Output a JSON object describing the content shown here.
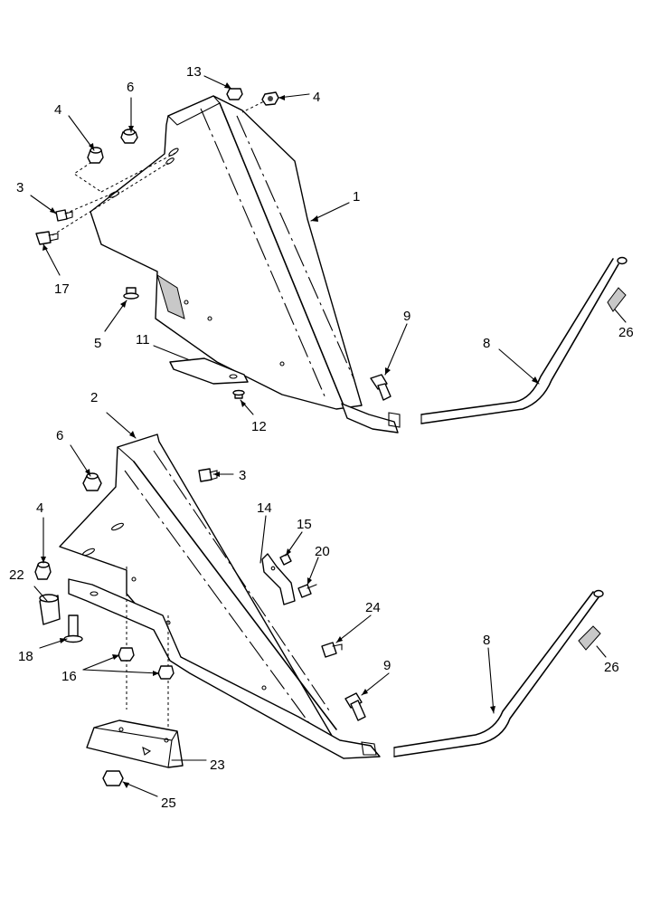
{
  "callouts": {
    "c1": "1",
    "c2": "2",
    "c3a": "3",
    "c3b": "3",
    "c4a": "4",
    "c4b": "4",
    "c4c": "4",
    "c5": "5",
    "c6a": "6",
    "c6b": "6",
    "c8a": "8",
    "c8b": "8",
    "c9a": "9",
    "c9b": "9",
    "c11": "11",
    "c12": "12",
    "c13": "13",
    "c14": "14",
    "c15": "15",
    "c16": "16",
    "c17": "17",
    "c18": "18",
    "c20": "20",
    "c22": "22",
    "c23": "23",
    "c24": "24",
    "c25": "25",
    "c26a": "26",
    "c26b": "26"
  }
}
